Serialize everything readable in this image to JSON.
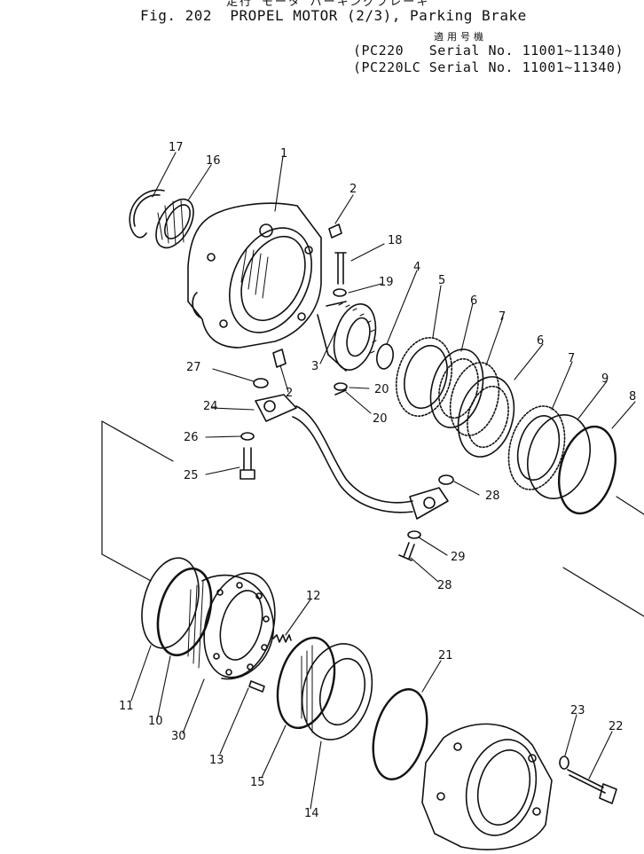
{
  "header": {
    "japanese_cut_line": "走行 モータ パーキングブレーキ",
    "figure_title": "Fig. 202  PROPEL MOTOR (2/3), Parking Brake",
    "applicability_label": "適用号機",
    "models": [
      {
        "line": "(PC220   Serial No. 11001~11340)"
      },
      {
        "line": "(PC220LC Serial No. 11001~11340)"
      }
    ]
  },
  "callouts": [
    "1",
    "2",
    "2",
    "3",
    "4",
    "5",
    "6",
    "6",
    "7",
    "7",
    "8",
    "9",
    "10",
    "11",
    "12",
    "13",
    "14",
    "15",
    "16",
    "17",
    "18",
    "19",
    "20",
    "20",
    "21",
    "22",
    "23",
    "24",
    "25",
    "26",
    "27",
    "28",
    "28",
    "29",
    "30"
  ],
  "colors": {
    "ink": "#111111",
    "paper": "#ffffff"
  }
}
